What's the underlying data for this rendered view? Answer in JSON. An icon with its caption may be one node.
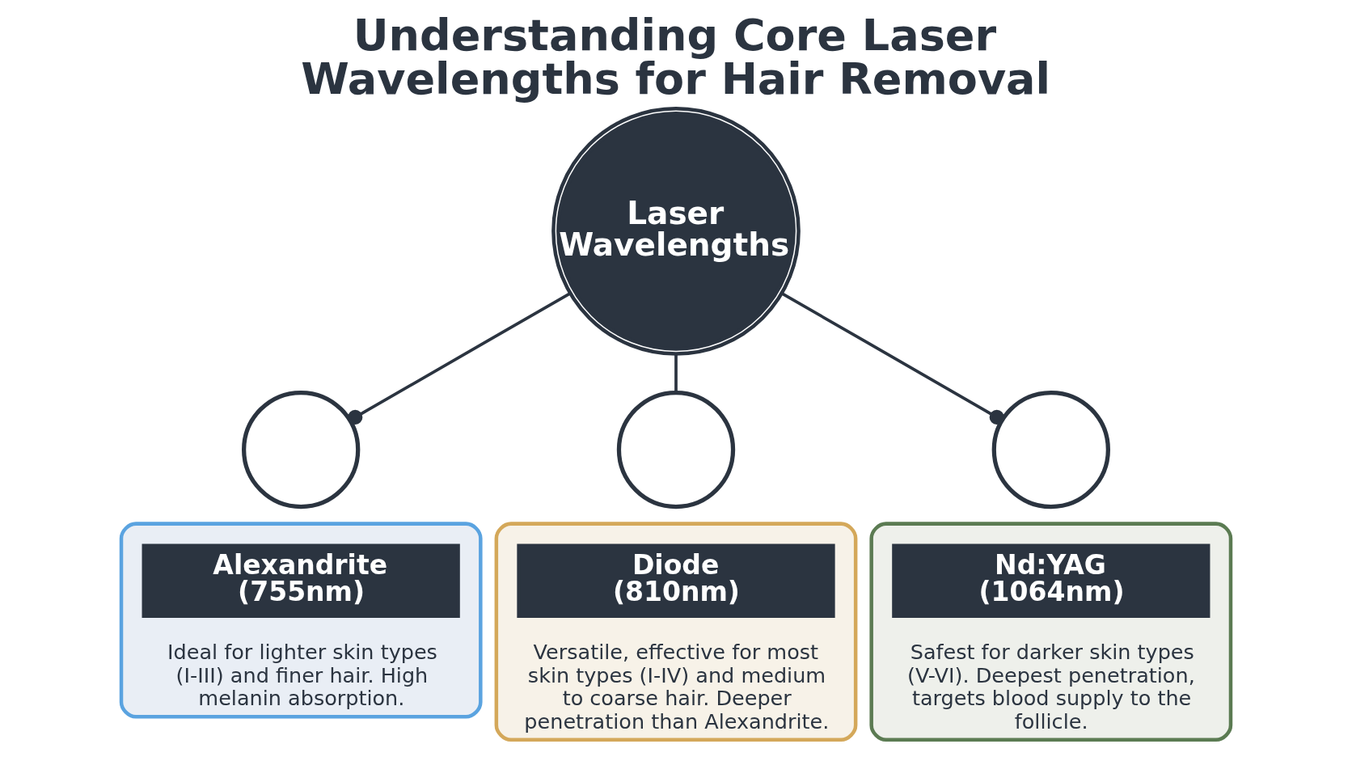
{
  "diagram": {
    "title": "Understanding Core Laser Wavelengths for Hair Removal",
    "nodes": [
      {
        "text": [
          "Laser Wavelengths"
        ]
      },
      {
        "text": [],
        "shape": "circle"
      },
      {
        "text": [
          "Ideal for lighter skin types (I-III) and finer hair. High melanin absorption."
        ]
      },
      {
        "text": [
          "Alexandrite (755nm)"
        ],
        "in": 2
      },
      {
        "text": [],
        "shape": "circle"
      },
      {
        "text": [
          "Versatile, effective for most skin types (I-IV) and medium to coarse hair. Deeper penetration than Alexandrite."
        ]
      },
      {
        "text": [
          "Diode (810nm)"
        ],
        "in": 5
      },
      {
        "text": [],
        "shape": "circle"
      },
      {
        "text": [
          "Safest for darker skin types (V-VI). Deepest penetration, targets blood supply to the follicle."
        ]
      },
      {
        "text": [
          "Nd:YAG (1064nm)"
        ],
        "in": 8
      }
    ],
    "edges": [
      {
        "from": 0,
        "to": 1,
        "arrow": "other"
      },
      {
        "from": 0,
        "to": 4,
        "arrow": "none"
      },
      {
        "from": 0,
        "to": 7,
        "arrow": "other"
      }
    ]
  }
}
